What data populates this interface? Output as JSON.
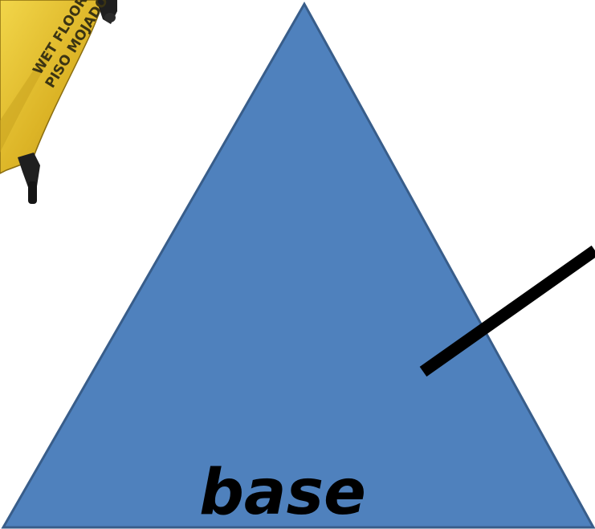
{
  "diagram": {
    "label": "base",
    "triangle_fill": "#4f81bd",
    "triangle_stroke": "#385d8a",
    "pointer_line_color": "#000000"
  },
  "wet_floor_sign": {
    "icon": "wet-floor-sign-icon",
    "line1": "WET FLOOR",
    "line2": "PISO MOJADO",
    "color": "#e2bd2c"
  }
}
